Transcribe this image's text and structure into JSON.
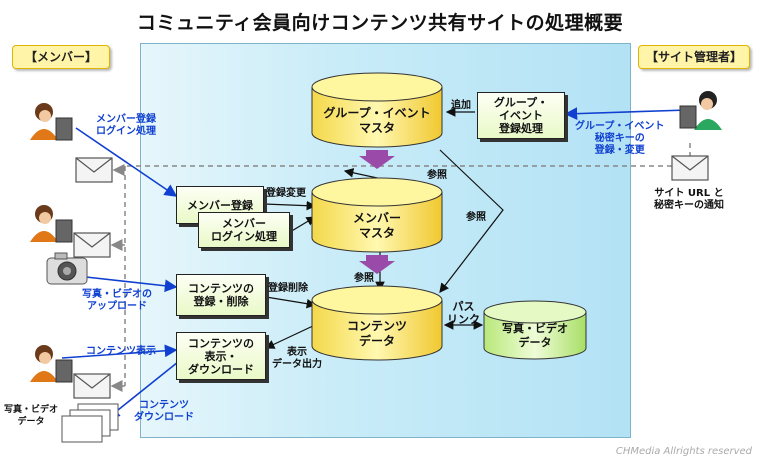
{
  "title": "コミュニティ会員向けコンテンツ共有サイトの処理概要",
  "roles": {
    "member": "【メンバー】",
    "admin": "【サイト管理者】"
  },
  "cylinders": {
    "group_event_master": "グループ・イベント\nマスタ",
    "member_master": "メンバー\nマスタ",
    "content_data": "コンテンツ\nデータ",
    "photo_video_data": "写真・ビデオ\nデータ"
  },
  "boxes": {
    "group_event_register": "グループ・\nイベント\n登録処理",
    "member_register": "メンバー登録",
    "member_login": "メンバー\nログイン処理",
    "content_register": "コンテンツの\n登録・削除",
    "content_display": "コンテンツの\n表示・\nダウンロード"
  },
  "labels": {
    "member_login_process": "メンバー登録\nログイン処理",
    "photo_upload": "写真・ビデオの\nアップロード",
    "content_view": "コンテンツ表示",
    "content_download": "コンテンツ\nダウンロード",
    "group_event_admin": "グループ・イベント\n秘密キーの\n登録・変更",
    "site_url_notice": "サイト URL と\n秘密キーの通知",
    "photo_video_data_doc": "写真・ビデオ\nデータ",
    "add": "追加",
    "ref1": "参照",
    "ref2": "参照",
    "ref3": "参照",
    "register_change": "登録変更",
    "register_delete": "登録削除",
    "display_output": "表示\nデータ出力",
    "path_link": "パス\nリンク"
  },
  "footer": "CHMedia Allrights reserved"
}
